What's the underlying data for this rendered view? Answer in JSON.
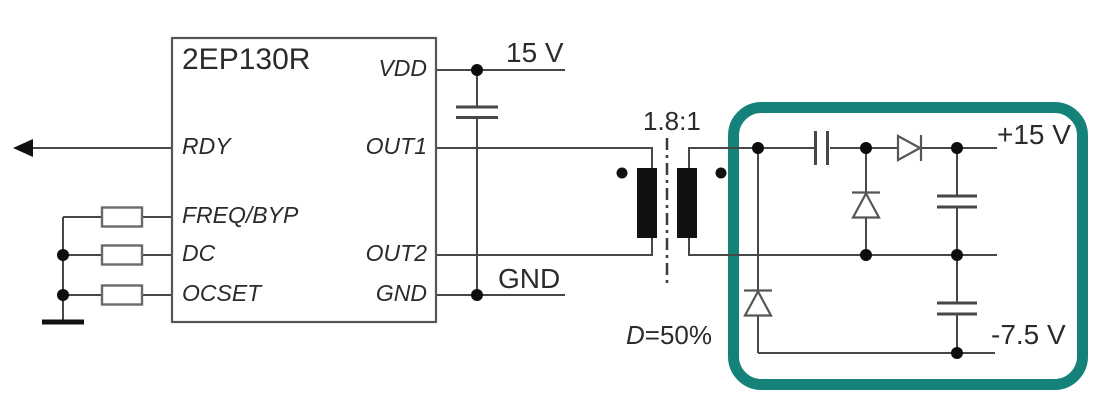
{
  "schematic": {
    "ic": {
      "name": "2EP130R",
      "pins_left": [
        "RDY",
        "FREQ/BYP",
        "DC",
        "OCSET"
      ],
      "pins_right": [
        "VDD",
        "OUT1",
        "OUT2",
        "GND"
      ]
    },
    "labels": {
      "supply": "15 V",
      "ground": "GND",
      "turns_ratio": "1.8:1",
      "duty_var": "D",
      "duty_rest": "=50%",
      "output_positive": "+15 V",
      "output_negative": "-7.5 V"
    },
    "colors": {
      "highlight_box": "#148279",
      "wire": "#474747",
      "text": "#2B2B2B"
    }
  }
}
